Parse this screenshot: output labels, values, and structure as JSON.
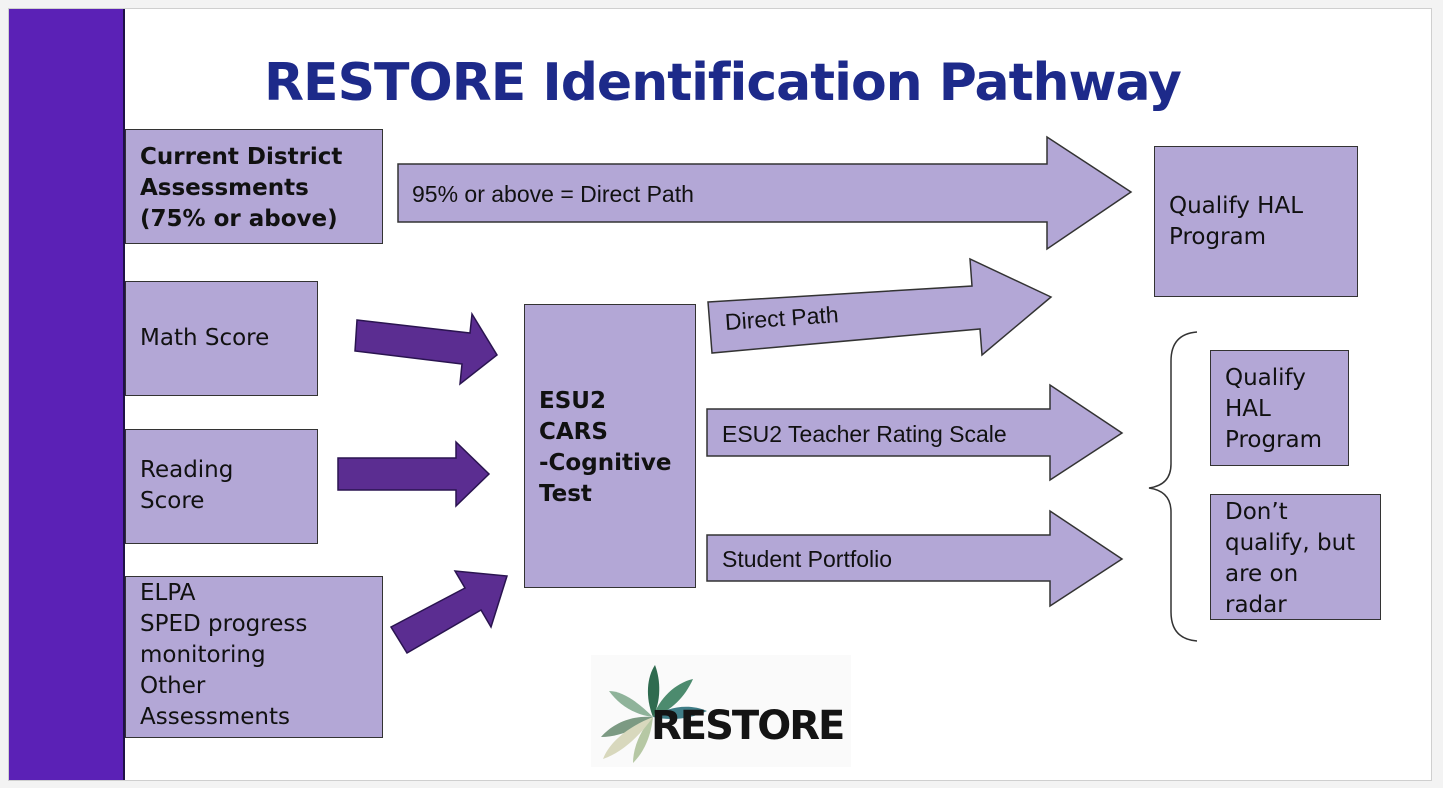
{
  "slide": {
    "title": "RESTORE Identification Pathway"
  },
  "boxes": {
    "current_district": [
      "Current District",
      "Assessments",
      "(75% or above)"
    ],
    "math_score": [
      "Math Score"
    ],
    "reading_score": [
      "Reading",
      "Score"
    ],
    "other_assessments": [
      "ELPA",
      "SPED progress",
      "monitoring",
      "Other",
      "Assessments"
    ],
    "esu2_cars": [
      "ESU2",
      "CARS",
      "-Cognitive",
      "Test"
    ],
    "qualify_top": [
      "Qualify HAL",
      "Program"
    ],
    "qualify_right": [
      "Qualify",
      "HAL",
      "Program"
    ],
    "dont_qualify": [
      "Don’t",
      "qualify, but",
      "are on",
      "radar"
    ]
  },
  "arrows": {
    "direct_path_95": "95% or above = Direct Path",
    "direct_path": "Direct Path",
    "teacher_rating": "ESU2 Teacher Rating Scale",
    "student_portfolio": "Student Portfolio"
  },
  "logo": {
    "text": "RESTORE",
    "icon": "leaf-burst-lightbulb-icon"
  },
  "colors": {
    "sidebar": "#5b21b6",
    "box_fill": "#b3a7d6",
    "dark_arrow": "#5b2d91",
    "title": "#1d2a8a"
  }
}
